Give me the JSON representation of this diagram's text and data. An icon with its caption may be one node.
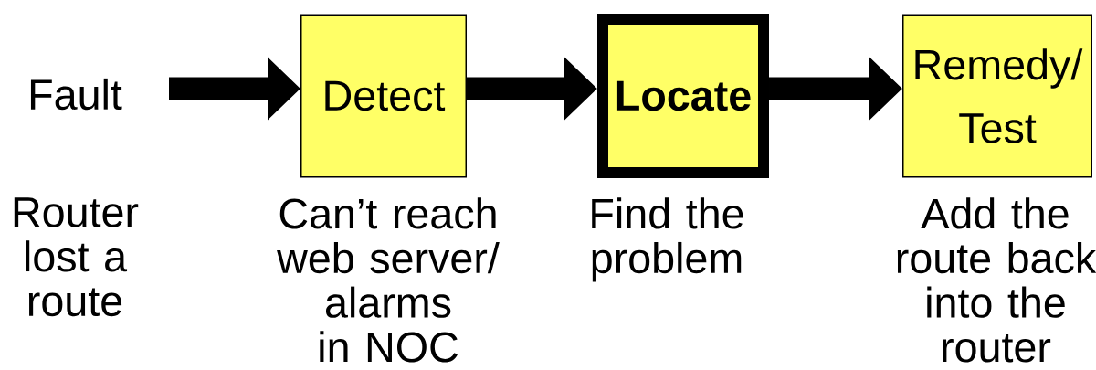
{
  "diagram": {
    "nodes": [
      {
        "text": [
          "Fault"
        ],
        "beside": [
          "Router lost a route"
        ]
      },
      {
        "text": [
          "Detect"
        ],
        "beside": [
          "Can’t reach web server/ alarms in NOC"
        ]
      },
      {
        "text": [
          "Locate"
        ],
        "beside": [
          "Find the problem"
        ]
      },
      {
        "text": [
          "Remedy/ Test"
        ],
        "beside": [
          "Add the route back into the router"
        ]
      }
    ],
    "edges": [
      {
        "from": 0,
        "to": 1,
        "arrow": "to"
      },
      {
        "from": 1,
        "to": 2,
        "arrow": "to"
      },
      {
        "from": 2,
        "to": 3,
        "arrow": "to"
      }
    ]
  }
}
